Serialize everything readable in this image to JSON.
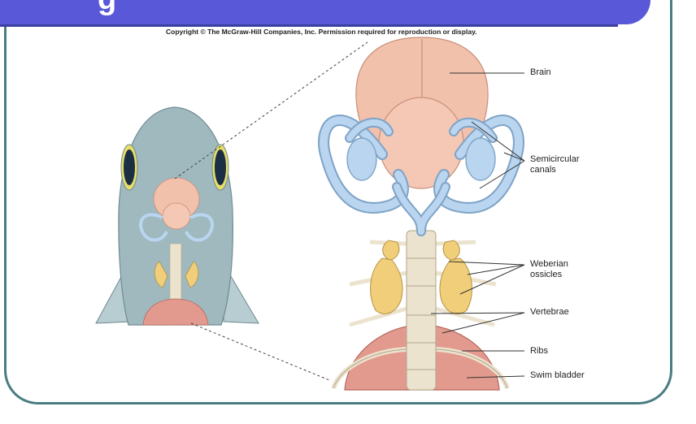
{
  "slide": {
    "title": "g",
    "copyright": "Copyright © The McGraw-Hill Companies, Inc. Permission required for reproduction or display."
  },
  "labels": {
    "brain": "Brain",
    "semicircular_line1": "Semicircular",
    "semicircular_line2": "canals",
    "weberian_line1": "Weberian",
    "weberian_line2": "ossicles",
    "vertebrae": "Vertebrae",
    "ribs": "Ribs",
    "swim_bladder": "Swim bladder"
  },
  "colors": {
    "frame": "#4a7c80",
    "title_bar": "#5858d8",
    "brain": "#f2c1ac",
    "canals": "#b9d5ef",
    "ossicles": "#f1cf7a",
    "bone": "#ece3cf",
    "swim_bladder": "#e39a8e",
    "fish_body": "#9fb9bf"
  }
}
